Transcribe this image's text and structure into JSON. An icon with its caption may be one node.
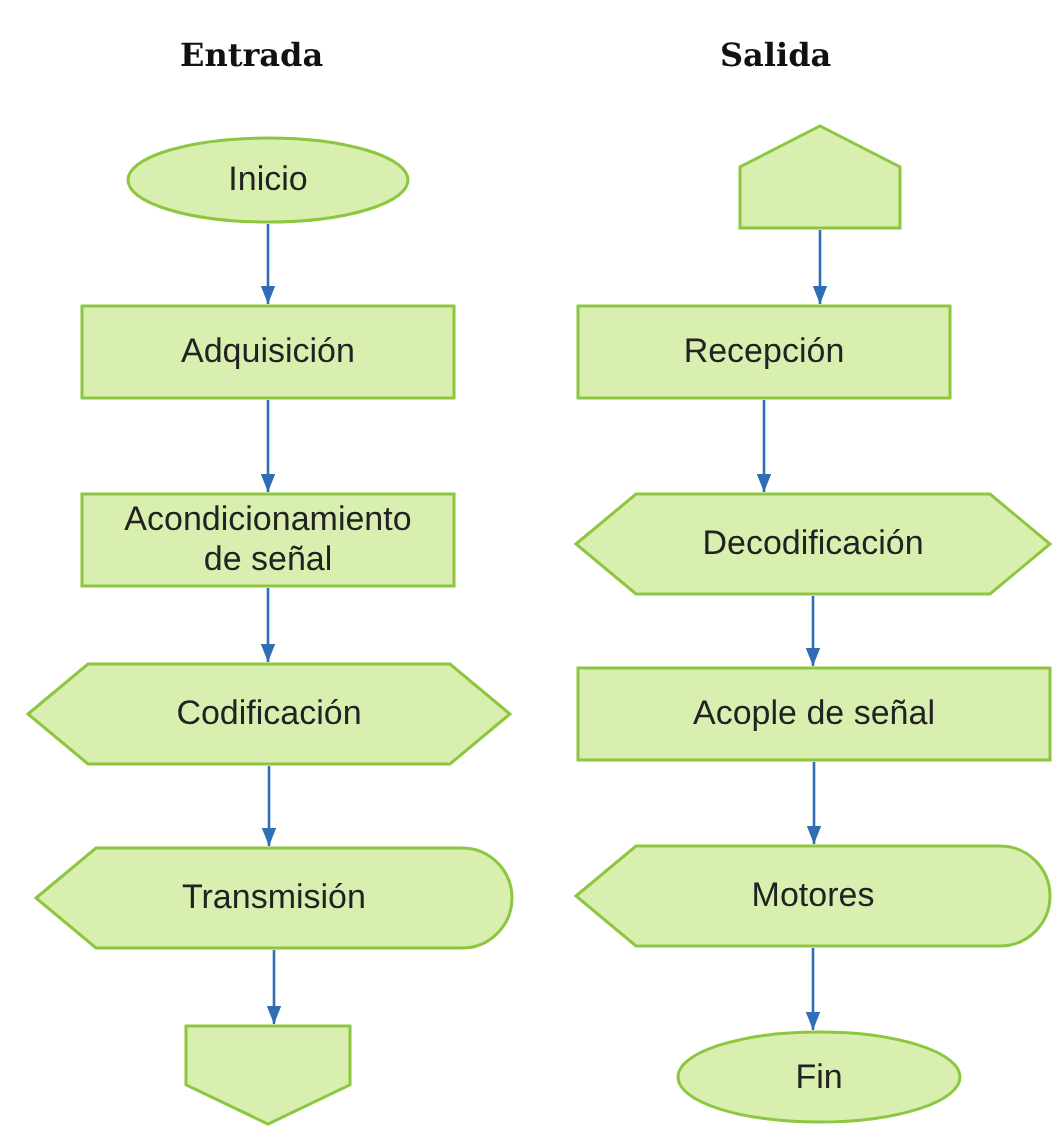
{
  "diagram": {
    "nodes": [
      {
        "text": [
          "Inicio"
        ]
      },
      {
        "text": [
          "Adquisición"
        ]
      },
      {
        "text": [
          "Acondicionamiento de señal"
        ]
      },
      {
        "text": [
          "Codificación"
        ]
      },
      {
        "text": [
          "Transmisión"
        ]
      },
      {
        "text": [],
        "shape": "pentagon"
      },
      {
        "text": [],
        "shape": "pentagon"
      },
      {
        "text": [
          "Recepción"
        ]
      },
      {
        "text": [
          "Decodificación"
        ]
      },
      {
        "text": [
          "Acople de señal"
        ]
      },
      {
        "text": [
          "Motores"
        ]
      },
      {
        "text": [
          "Fin"
        ]
      }
    ],
    "edges": [
      {
        "from": 0,
        "to": 1,
        "arrow": "to"
      },
      {
        "from": 1,
        "to": 2,
        "arrow": "to"
      },
      {
        "from": 2,
        "to": 3,
        "arrow": "to"
      },
      {
        "from": 3,
        "to": 4,
        "arrow": "to"
      },
      {
        "from": 4,
        "to": 5,
        "arrow": "to"
      },
      {
        "from": 6,
        "to": 7,
        "arrow": "to"
      },
      {
        "from": 7,
        "to": 8,
        "arrow": "to"
      },
      {
        "from": 8,
        "to": 9,
        "arrow": "to"
      },
      {
        "from": 9,
        "to": 10,
        "arrow": "to"
      },
      {
        "from": 10,
        "to": 11,
        "arrow": "to"
      }
    ],
    "labels": [
      "Entrada",
      "Salida"
    ]
  }
}
